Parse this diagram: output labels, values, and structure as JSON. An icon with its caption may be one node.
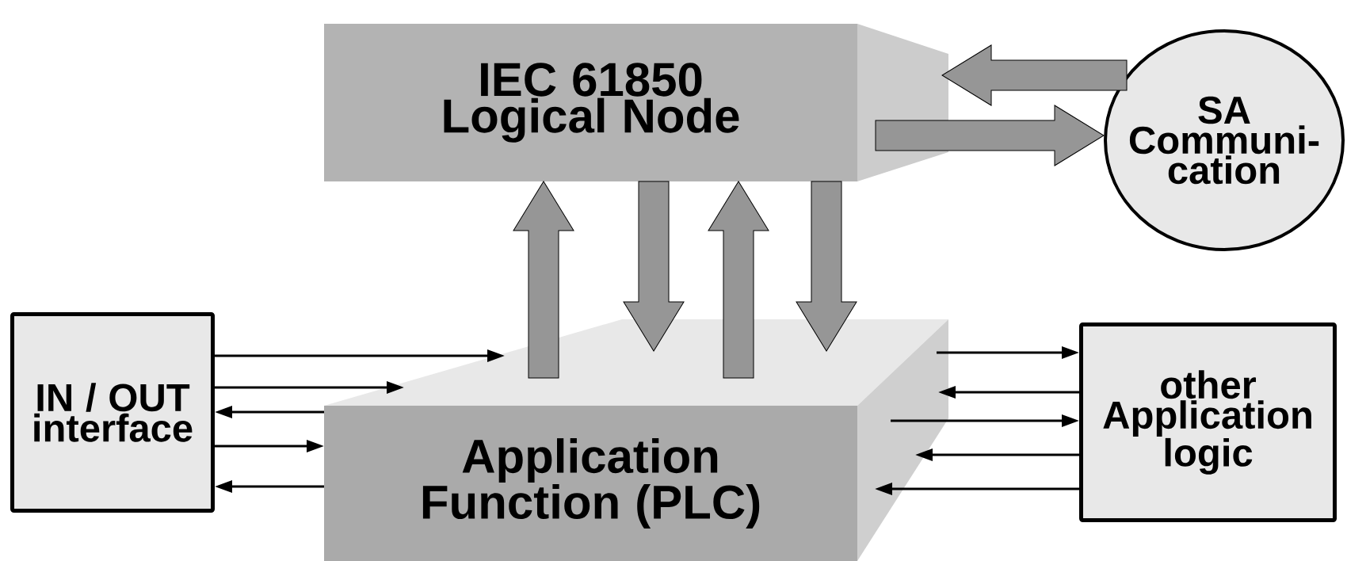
{
  "diagram": {
    "nodes": [
      {
        "text": [
          "IEC 61850 Logical Node"
        ]
      },
      {
        "text": [
          "SA Communi-cation"
        ]
      },
      {
        "text": [
          "IN / OUT interface"
        ]
      },
      {
        "text": [
          "Application Function (PLC)"
        ]
      },
      {
        "text": [
          "other Application logic"
        ]
      }
    ],
    "edges": [
      {
        "from": 1,
        "to": 0,
        "arrow": "to",
        "style": "thick",
        "color": "#969696"
      },
      {
        "from": 0,
        "to": 1,
        "arrow": "to",
        "style": "thick",
        "color": "#969696"
      },
      {
        "from": 3,
        "to": 0,
        "arrow": "to",
        "style": "thick",
        "color": "#969696"
      },
      {
        "from": 0,
        "to": 3,
        "arrow": "to",
        "style": "thick",
        "color": "#969696"
      },
      {
        "from": 3,
        "to": 0,
        "arrow": "to",
        "style": "thick",
        "color": "#969696"
      },
      {
        "from": 0,
        "to": 3,
        "arrow": "to",
        "style": "thick",
        "color": "#969696"
      },
      {
        "from": 2,
        "to": 3,
        "arrow": "to"
      },
      {
        "from": 2,
        "to": 3,
        "arrow": "to"
      },
      {
        "from": 3,
        "to": 2,
        "arrow": "to"
      },
      {
        "from": 2,
        "to": 3,
        "arrow": "to"
      },
      {
        "from": 3,
        "to": 2,
        "arrow": "to"
      },
      {
        "from": 3,
        "to": 4,
        "arrow": "to"
      },
      {
        "from": 4,
        "to": 3,
        "arrow": "to"
      },
      {
        "from": 3,
        "to": 4,
        "arrow": "to"
      },
      {
        "from": 4,
        "to": 3,
        "arrow": "to"
      },
      {
        "from": 4,
        "to": 3,
        "arrow": "to"
      }
    ]
  }
}
